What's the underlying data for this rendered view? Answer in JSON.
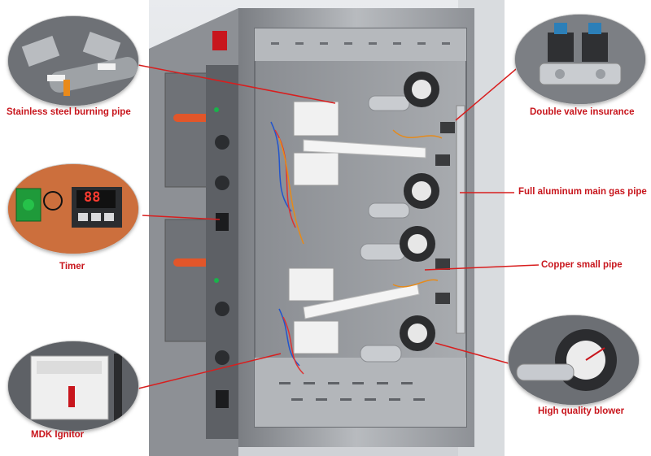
{
  "labels": {
    "stainless_steel_burning_pipe": "Stainless steel burning pipe",
    "timer": "Timer",
    "mdk_ignitor": "MDK Ignitor",
    "double_valve_insurance": "Double valve insurance",
    "full_aluminum_main_gas_pipe": "Full aluminum main gas pipe",
    "copper_small_pipe": "Copper small pipe",
    "high_quality_blower": "High quality blower"
  },
  "timer_display": "88",
  "colors": {
    "label_red": "#c8161d",
    "leader_line_red": "#d81e1e",
    "oven_steel": "#9a9da2",
    "door_handle_orange": "#e2562a"
  }
}
